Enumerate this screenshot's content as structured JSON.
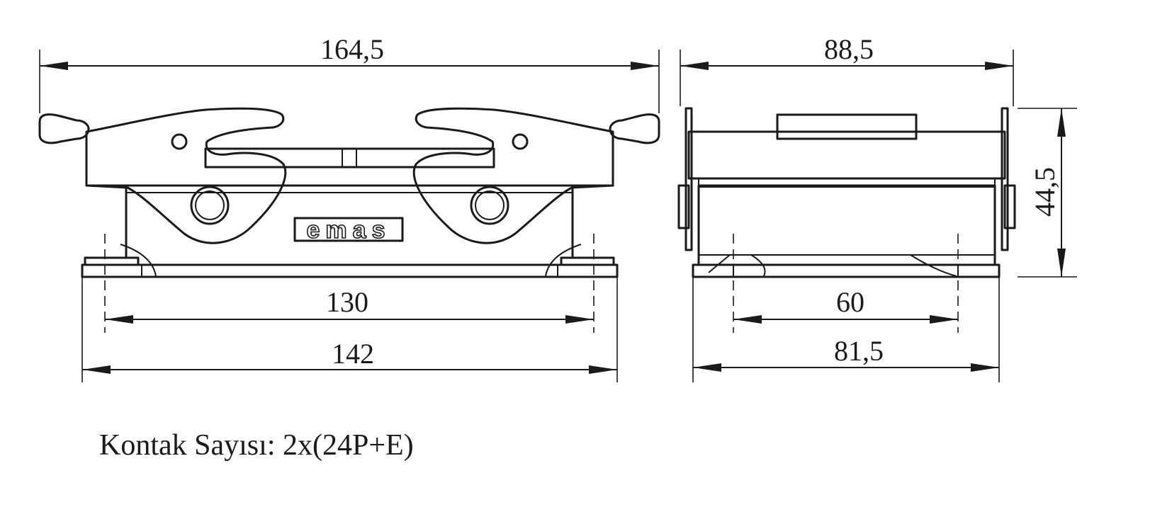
{
  "dimensions": {
    "front_overall_width": "164,5",
    "front_pin_spacing": "130",
    "front_base_width": "142",
    "side_overall_width": "88,5",
    "side_pin_spacing": "60",
    "side_base_width": "81,5",
    "side_height": "44,5"
  },
  "logo": {
    "text": "emas"
  },
  "caption": {
    "text": "Kontak Sayısı: 2x(24P+E)"
  }
}
